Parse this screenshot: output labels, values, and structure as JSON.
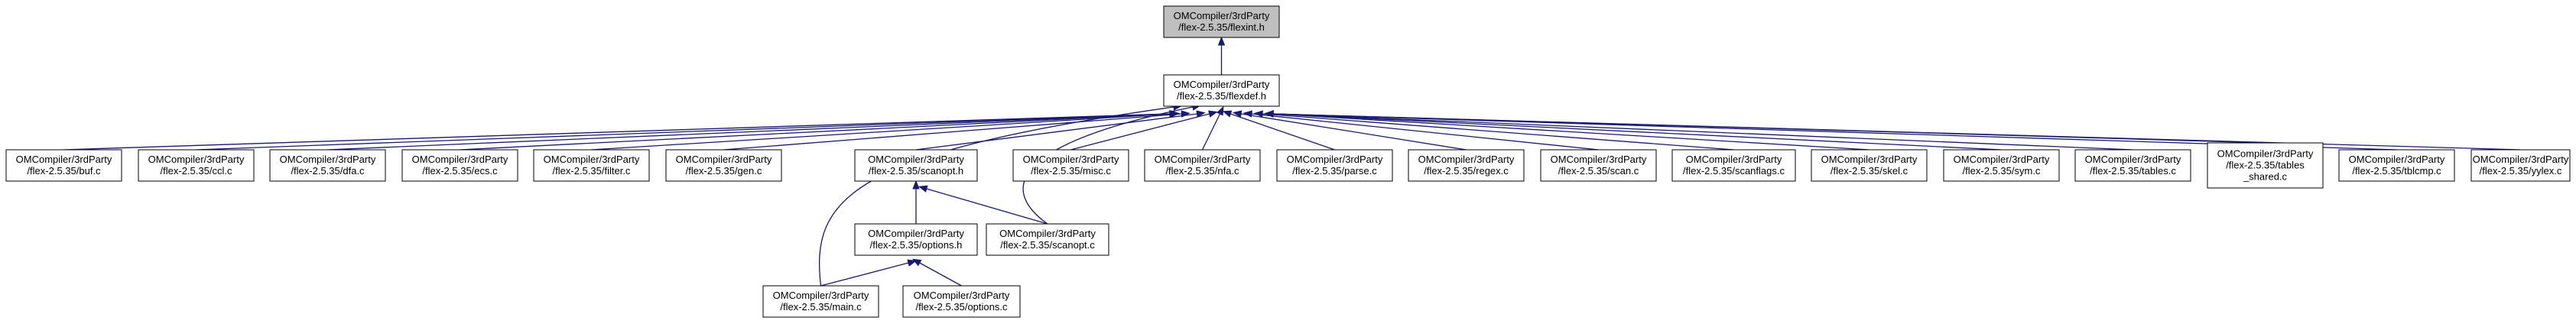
{
  "colors": {
    "edge": "#191970",
    "node_fill": "#ffffff",
    "highlight_fill": "#bfbfbf",
    "border": "#000000"
  },
  "nodes": [
    {
      "id": "flexint_h",
      "lines": [
        "OMCompiler/3rdParty",
        "/flex-2.5.35/flexint.h"
      ],
      "highlight": true
    },
    {
      "id": "flexdef_h",
      "lines": [
        "OMCompiler/3rdParty",
        "/flex-2.5.35/flexdef.h"
      ]
    },
    {
      "id": "buf_c",
      "lines": [
        "OMCompiler/3rdParty",
        "/flex-2.5.35/buf.c"
      ]
    },
    {
      "id": "ccl_c",
      "lines": [
        "OMCompiler/3rdParty",
        "/flex-2.5.35/ccl.c"
      ]
    },
    {
      "id": "dfa_c",
      "lines": [
        "OMCompiler/3rdParty",
        "/flex-2.5.35/dfa.c"
      ]
    },
    {
      "id": "ecs_c",
      "lines": [
        "OMCompiler/3rdParty",
        "/flex-2.5.35/ecs.c"
      ]
    },
    {
      "id": "filter_c",
      "lines": [
        "OMCompiler/3rdParty",
        "/flex-2.5.35/filter.c"
      ]
    },
    {
      "id": "gen_c",
      "lines": [
        "OMCompiler/3rdParty",
        "/flex-2.5.35/gen.c"
      ]
    },
    {
      "id": "scanopt_h",
      "lines": [
        "OMCompiler/3rdParty",
        "/flex-2.5.35/scanopt.h"
      ]
    },
    {
      "id": "misc_c",
      "lines": [
        "OMCompiler/3rdParty",
        "/flex-2.5.35/misc.c"
      ]
    },
    {
      "id": "nfa_c",
      "lines": [
        "OMCompiler/3rdParty",
        "/flex-2.5.35/nfa.c"
      ]
    },
    {
      "id": "parse_c",
      "lines": [
        "OMCompiler/3rdParty",
        "/flex-2.5.35/parse.c"
      ]
    },
    {
      "id": "regex_c",
      "lines": [
        "OMCompiler/3rdParty",
        "/flex-2.5.35/regex.c"
      ]
    },
    {
      "id": "scan_c",
      "lines": [
        "OMCompiler/3rdParty",
        "/flex-2.5.35/scan.c"
      ]
    },
    {
      "id": "scanflags_c",
      "lines": [
        "OMCompiler/3rdParty",
        "/flex-2.5.35/scanflags.c"
      ]
    },
    {
      "id": "skel_c",
      "lines": [
        "OMCompiler/3rdParty",
        "/flex-2.5.35/skel.c"
      ]
    },
    {
      "id": "sym_c",
      "lines": [
        "OMCompiler/3rdParty",
        "/flex-2.5.35/sym.c"
      ]
    },
    {
      "id": "tables_c",
      "lines": [
        "OMCompiler/3rdParty",
        "/flex-2.5.35/tables.c"
      ]
    },
    {
      "id": "tables_shared_c",
      "lines": [
        "OMCompiler/3rdParty",
        "/flex-2.5.35/tables",
        "_shared.c"
      ]
    },
    {
      "id": "tblcmp_c",
      "lines": [
        "OMCompiler/3rdParty",
        "/flex-2.5.35/tblcmp.c"
      ]
    },
    {
      "id": "yylex_c",
      "lines": [
        "OMCompiler/3rdParty",
        "/flex-2.5.35/yylex.c"
      ]
    },
    {
      "id": "options_h",
      "lines": [
        "OMCompiler/3rdParty",
        "/flex-2.5.35/options.h"
      ]
    },
    {
      "id": "scanopt_c",
      "lines": [
        "OMCompiler/3rdParty",
        "/flex-2.5.35/scanopt.c"
      ]
    },
    {
      "id": "main_c",
      "lines": [
        "OMCompiler/3rdParty",
        "/flex-2.5.35/main.c"
      ]
    },
    {
      "id": "options_c",
      "lines": [
        "OMCompiler/3rdParty",
        "/flex-2.5.35/options.c"
      ]
    }
  ],
  "edges": [
    {
      "from": "flexdef_h",
      "to": "flexint_h"
    },
    {
      "from": "buf_c",
      "to": "flexdef_h"
    },
    {
      "from": "ccl_c",
      "to": "flexdef_h"
    },
    {
      "from": "dfa_c",
      "to": "flexdef_h"
    },
    {
      "from": "ecs_c",
      "to": "flexdef_h"
    },
    {
      "from": "filter_c",
      "to": "flexdef_h"
    },
    {
      "from": "gen_c",
      "to": "flexdef_h"
    },
    {
      "from": "scanopt_h",
      "to": "flexdef_h"
    },
    {
      "from": "misc_c",
      "to": "flexdef_h"
    },
    {
      "from": "nfa_c",
      "to": "flexdef_h"
    },
    {
      "from": "parse_c",
      "to": "flexdef_h"
    },
    {
      "from": "regex_c",
      "to": "flexdef_h"
    },
    {
      "from": "scan_c",
      "to": "flexdef_h"
    },
    {
      "from": "scanflags_c",
      "to": "flexdef_h"
    },
    {
      "from": "skel_c",
      "to": "flexdef_h"
    },
    {
      "from": "sym_c",
      "to": "flexdef_h"
    },
    {
      "from": "tables_c",
      "to": "flexdef_h"
    },
    {
      "from": "tables_shared_c",
      "to": "flexdef_h"
    },
    {
      "from": "tblcmp_c",
      "to": "flexdef_h"
    },
    {
      "from": "yylex_c",
      "to": "flexdef_h"
    },
    {
      "from": "main_c",
      "to": "flexdef_h"
    },
    {
      "from": "scanopt_c",
      "to": "flexdef_h"
    },
    {
      "from": "options_h",
      "to": "scanopt_h"
    },
    {
      "from": "scanopt_c",
      "to": "scanopt_h"
    },
    {
      "from": "main_c",
      "to": "options_h"
    },
    {
      "from": "options_c",
      "to": "options_h"
    }
  ]
}
